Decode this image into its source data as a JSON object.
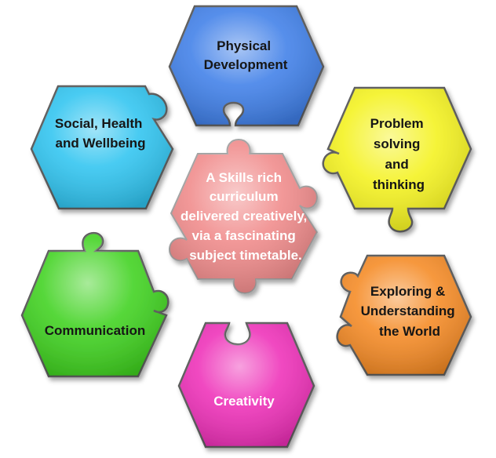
{
  "diagram": {
    "center": {
      "lines": [
        "A Skills rich",
        "curriculum",
        "delivered creatively,",
        "via a fascinating",
        "subject timetable."
      ],
      "color": "#f08a8a"
    },
    "pieces": [
      {
        "id": "physical-development",
        "lines": [
          "Physical",
          "Development"
        ],
        "color": "#3f7fe8"
      },
      {
        "id": "social-health",
        "lines": [
          "Social, Health",
          "and Wellbeing"
        ],
        "color": "#2fc4f0"
      },
      {
        "id": "problem-solving",
        "lines": [
          "Problem",
          "solving",
          "and",
          "thinking"
        ],
        "color": "#f4f21e"
      },
      {
        "id": "communication",
        "lines": [
          "Communication"
        ],
        "color": "#3fd21f"
      },
      {
        "id": "exploring-world",
        "lines": [
          "Exploring &",
          "Understanding",
          "the World"
        ],
        "color": "#f58a24"
      },
      {
        "id": "creativity",
        "lines": [
          "Creativity"
        ],
        "color": "#ee2fb8"
      }
    ]
  }
}
